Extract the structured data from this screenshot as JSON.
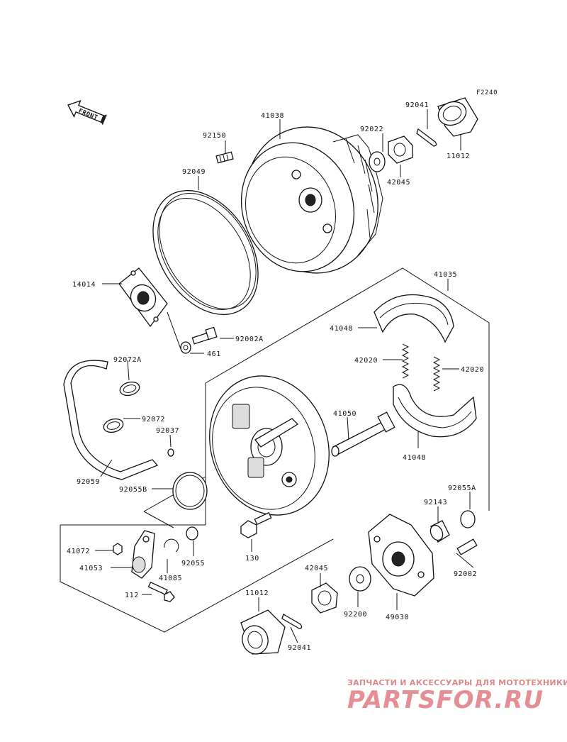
{
  "figure_code": "F2240",
  "direction_label": "FRONT",
  "parts": {
    "p41038": "41038",
    "p92150": "92150",
    "p92049": "92049",
    "p92022": "92022",
    "p92041_top": "92041",
    "p42045_top": "42045",
    "p11012_top": "11012",
    "p14014": "14014",
    "p41035": "41035",
    "p41048_top": "41048",
    "p92002A": "92002A",
    "p461": "461",
    "p42020_left": "42020",
    "p42020_right": "42020",
    "p92072A": "92072A",
    "p92072": "92072",
    "p92037": "92037",
    "p41050": "41050",
    "p41048_bottom": "41048",
    "p92059": "92059",
    "p92055B": "92055B",
    "p92055A": "92055A",
    "p92143": "92143",
    "p41072": "41072",
    "p41053": "41053",
    "p41085": "41085",
    "p92055": "92055",
    "p130": "130",
    "p112": "112",
    "p92002": "92002",
    "p42045_bottom": "42045",
    "p92200": "92200",
    "p49030": "49030",
    "p11012_bottom": "11012",
    "p92041_bottom": "92041"
  },
  "watermark": {
    "tagline": "ЗАПЧАСТИ И АКСЕССУАРЫ ДЛЯ МОТОТЕХНИКИ",
    "logo": "PARTSFOR.RU"
  }
}
